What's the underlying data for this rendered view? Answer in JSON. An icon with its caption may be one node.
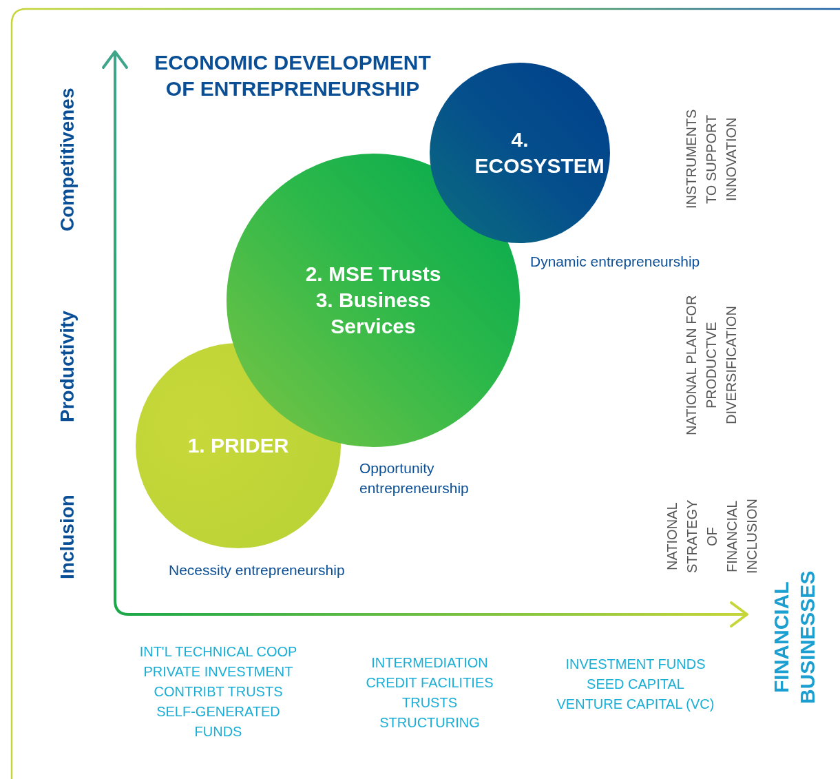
{
  "diagram": {
    "nodes": [
      {
        "text": [
          "1. PRIDER"
        ],
        "beside": [
          "Necessity entrepreneurship"
        ]
      },
      {
        "text": [
          "2. MSE Trusts",
          "3. Business Services"
        ],
        "beside": [
          "Opportunity entrepreneurship"
        ]
      },
      {
        "text": [
          "4. ECOSYSTEM"
        ],
        "beside": [
          "Dynamic entrepreneurship"
        ]
      }
    ],
    "edges": [],
    "labels": [
      "ECONOMIC DEVELOPMENT OF ENTREPRENEURSHIP",
      "Competitivenes",
      "INSTRUMENTS TO SUPPORT INNOVATION",
      "Productivity",
      "NATIONAL PLAN FOR PRODUCTVE DIVERSIFICATION",
      "Inclusion",
      "NATIONAL STRATEGY OF FINANCIAL INCLUSION",
      "FINANCIAL BUSINESSES",
      "INT'L TECHNICAL COOP",
      "PRIVATE INVESTMENT",
      "CONTRIBT TRUSTS",
      "SELF-GENERATED FUNDS",
      "INTERMEDIATION",
      "CREDIT FACILITIES",
      "TRUSTS",
      "STRUCTURING",
      "INVESTMENT FUNDS",
      "SEED CAPITAL",
      "VENTURE CAPITAL (VC)"
    ]
  }
}
